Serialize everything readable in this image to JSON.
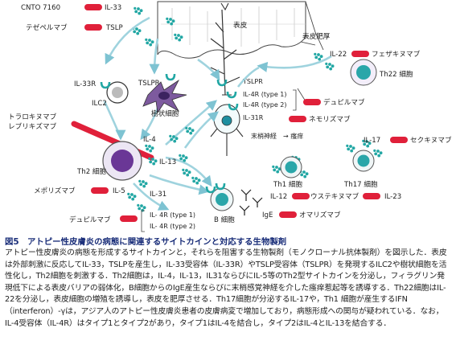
{
  "diagram": {
    "labels": {
      "cnto7160": "CNTO 7160",
      "il33_top": "IL-33",
      "tezepelumab": "テゼペルマブ",
      "tslp": "TSLP",
      "epidermis": "表皮",
      "epidermal_thickening": "表皮肥厚",
      "il22": "IL-22",
      "fezakinumab": "フェザキヌマブ",
      "th22": "Th22 細胞",
      "il33r": "IL-33R",
      "ilc2": "ILC2",
      "tslpr_left": "TSLPR",
      "dendritic": "樹状細胞",
      "tslpr_right": "TSLPR",
      "il4r_t1": "IL-4R (type 1)",
      "il4r_t2": "IL-4R (type 2)",
      "dupilumab_top": "デュピルマブ",
      "il31r": "IL-31R",
      "nemolizumab": "ネモリズマブ",
      "nerve": "末梢神経",
      "itch": "→ 瘙痒",
      "tralokinumab": "トラロキヌマブ",
      "lebrikizumab": "レブリキズマブ",
      "il4": "IL-4",
      "il13": "IL-13",
      "th2": "Th2 細胞",
      "mepolizumab": "メポリズマブ",
      "il5": "IL-5",
      "il31": "IL-31",
      "th1": "Th1 細胞",
      "th17": "Th17 細胞",
      "il17": "IL-17",
      "secukinumab": "セクキヌマブ",
      "il12": "IL-12",
      "ustekinumab": "ウステキヌマブ",
      "il23": "IL-23",
      "dupilumab_bottom": "デュピルマブ",
      "il4r_b1": "IL- 4R (type 1)",
      "il4r_b2": "IL- 4R (type 2)",
      "bcell": "B 細胞",
      "ige": "IgE",
      "omalizumab": "オマリズマブ"
    },
    "colors": {
      "antibody": "#e0203a",
      "cytokine": "#22a7a4",
      "arrow": "#9fd3de",
      "cell_outline": "#333333",
      "th2_fill": "#6a3796",
      "th1_fill": "#2aa6a9",
      "dendritic_fill": "#7d5a9e",
      "bcell_fill": "#2aa6a9"
    }
  },
  "caption": {
    "title": "図5　アトピー性皮膚炎の病態に関連するサイトカインと対応する生物製剤",
    "body": "アトピー性皮膚炎の病態を形成するサイトカインと，それらを阻害する生物製剤（モノクローナル抗体製剤）を図示した．表皮は外部刺激に反応してIL-33，TSLPを産生し，IL-33受容体（IL-33R）やTSLP受容体（TSLPR）を発現するILC2や樹状細胞を活性化し，Th2細胞を刺激する．Th2細胞は，IL-4，IL-13，IL31ならびにIL-5等のTh2型サイトカインを分泌し，フィラグリン発現低下による表皮バリアの弱体化，B細胞からのIgE産生ならびに末梢感覚神経を介した瘙痒惹起等を誘導する．Th22細胞はIL-22を分泌し，表皮細胞の増殖を誘導し，表皮を肥厚させる．Th17細胞が分泌するIL-17や，Th1 細胞が産生するIFN（interferon）-γは，アジア人のアトピー性皮膚炎患者の皮膚病変で増加しており，病態形成への関与が疑われている．なお，IL-4受容体（IL-4R）はタイプ1とタイプ2があり，タイプ1はIL-4を結合し，タイプ2はIL-4とIL-13を結合する．"
  }
}
